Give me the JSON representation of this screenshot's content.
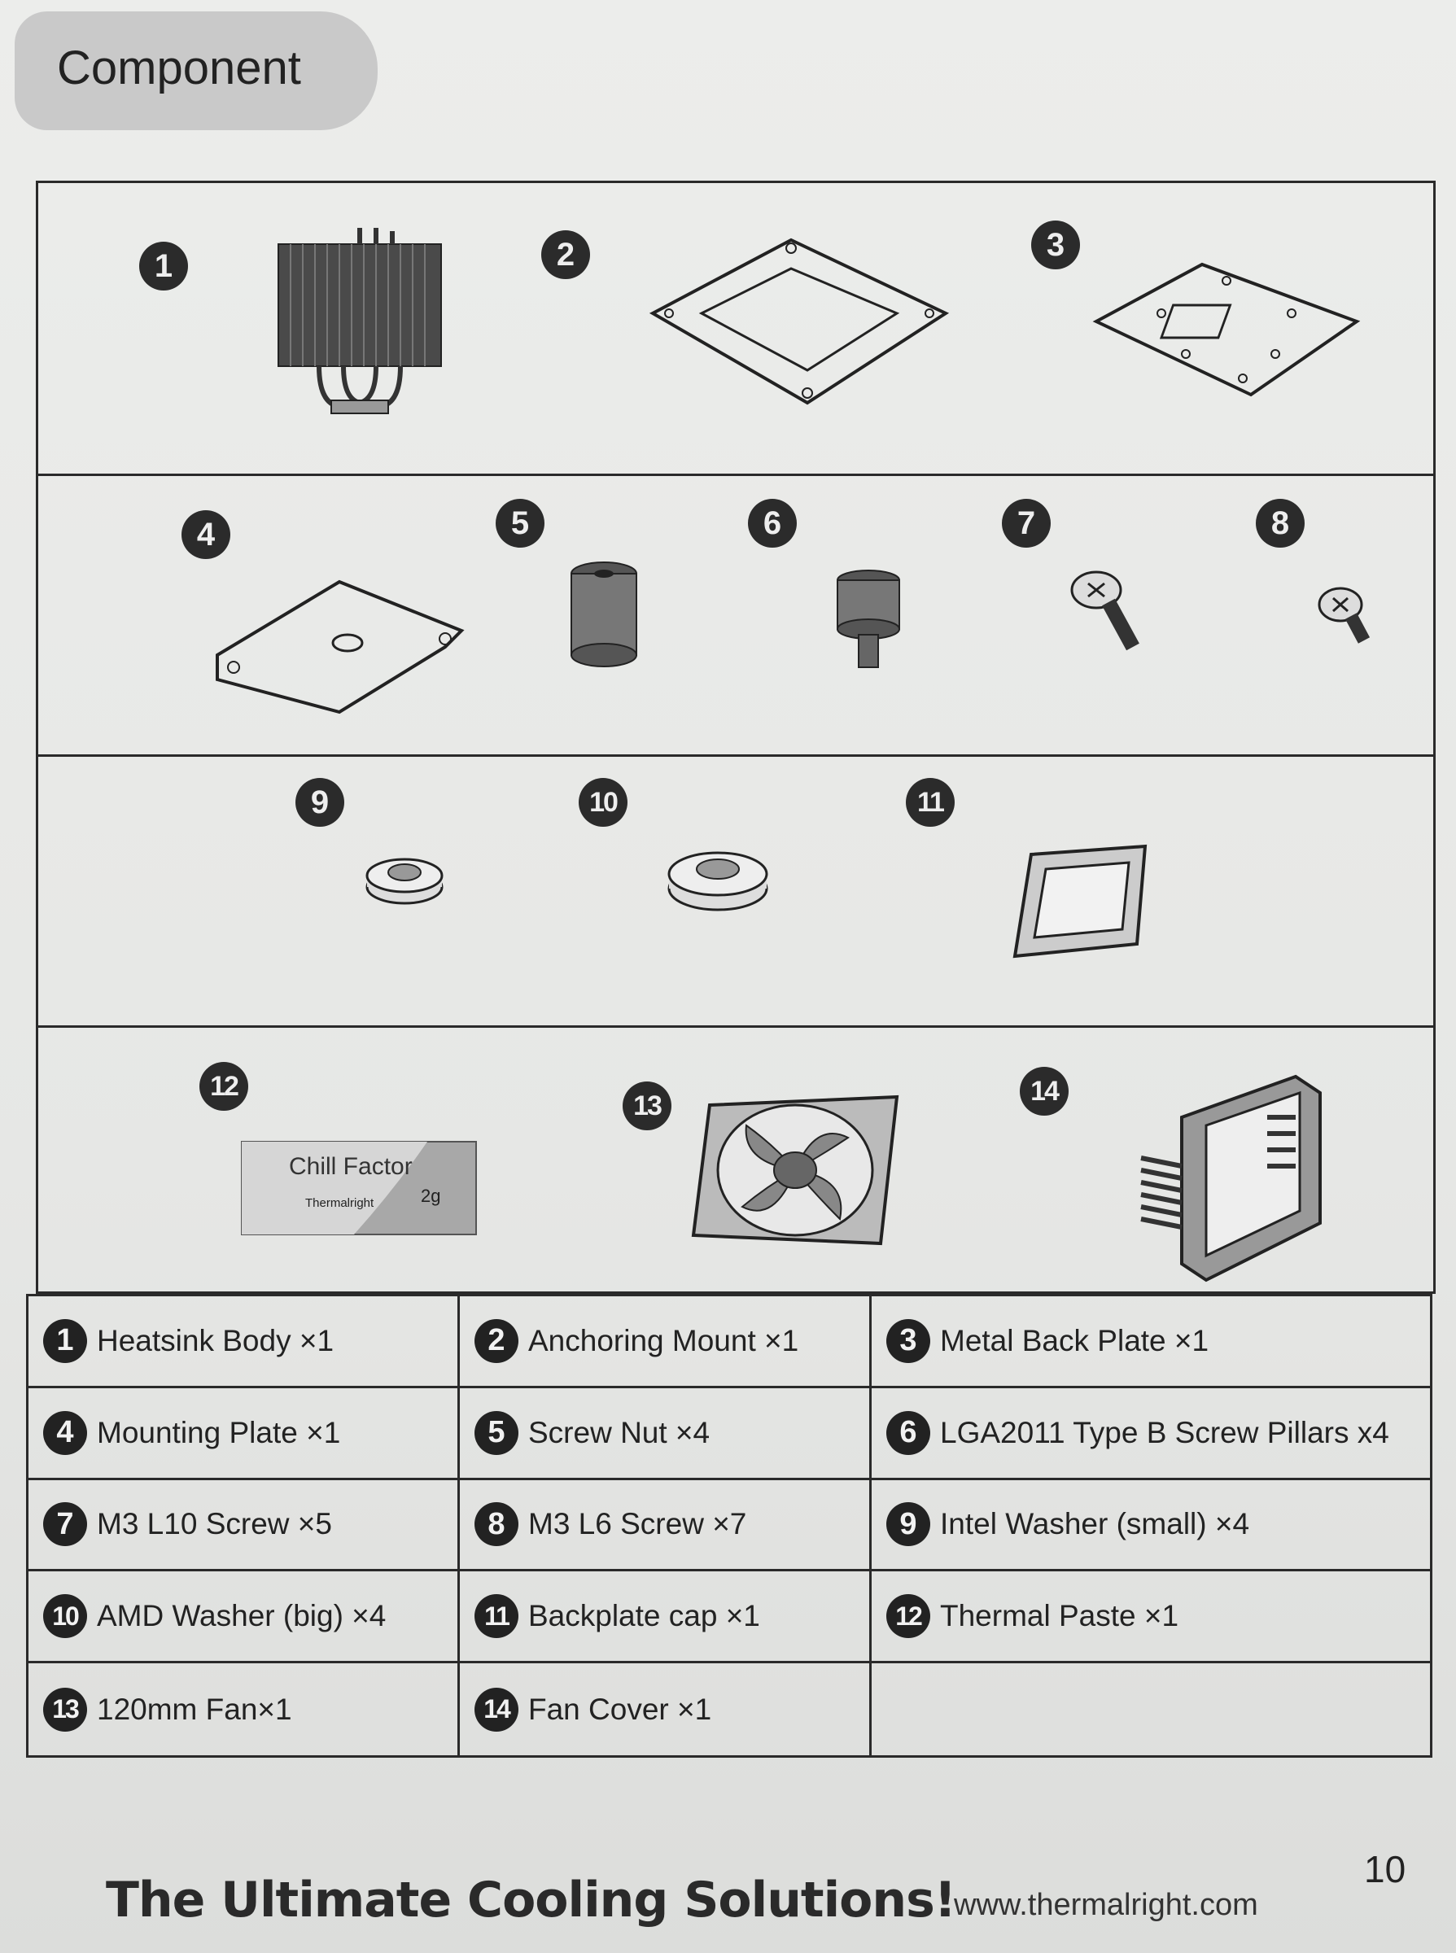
{
  "section": {
    "title": "Component"
  },
  "illustrations": [
    {
      "num": "1"
    },
    {
      "num": "2"
    },
    {
      "num": "3"
    },
    {
      "num": "4"
    },
    {
      "num": "5"
    },
    {
      "num": "6"
    },
    {
      "num": "7"
    },
    {
      "num": "8"
    },
    {
      "num": "9"
    },
    {
      "num": "10"
    },
    {
      "num": "11"
    },
    {
      "num": "12"
    },
    {
      "num": "13"
    },
    {
      "num": "14"
    }
  ],
  "thermal_paste_label": {
    "brand_title": "Chill Factor",
    "logo_text": "Thermalright",
    "weight": "2g"
  },
  "legend": [
    {
      "num": "1",
      "text": "Heatsink Body ×1"
    },
    {
      "num": "2",
      "text": "Anchoring Mount ×1"
    },
    {
      "num": "3",
      "text": "Metal Back Plate ×1"
    },
    {
      "num": "4",
      "text": "Mounting Plate ×1"
    },
    {
      "num": "5",
      "text": "Screw Nut ×4"
    },
    {
      "num": "6",
      "text": "LGA2011 Type B Screw Pillars x4"
    },
    {
      "num": "7",
      "text": "M3 L10 Screw ×5"
    },
    {
      "num": "8",
      "text": "M3 L6 Screw ×7"
    },
    {
      "num": "9",
      "text": "Intel Washer (small) ×4"
    },
    {
      "num": "10",
      "text": "AMD Washer (big) ×4"
    },
    {
      "num": "11",
      "text": "Backplate cap ×1"
    },
    {
      "num": "12",
      "text": "Thermal Paste ×1"
    },
    {
      "num": "13",
      "text": "120mm Fan×1"
    },
    {
      "num": "14",
      "text": "Fan Cover ×1"
    },
    {
      "num": "",
      "text": ""
    }
  ],
  "footer": {
    "tagline": "The Ultimate Cooling Solutions!",
    "url": "www.thermalright.com",
    "page_number": "10"
  }
}
